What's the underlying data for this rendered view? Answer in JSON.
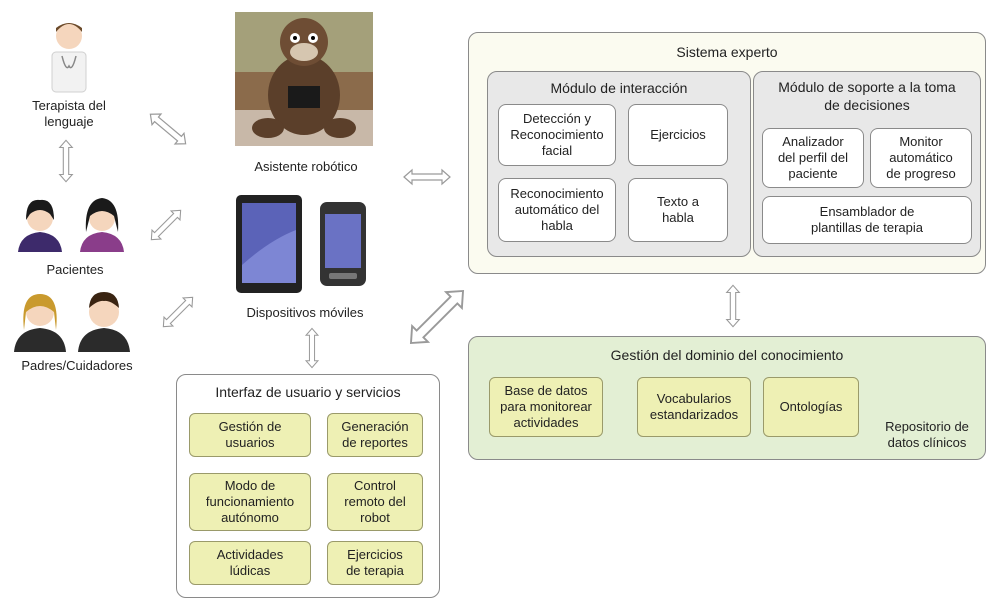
{
  "actors": {
    "therapist": "Terapista del\nlenguaje",
    "patients": "Pacientes",
    "parents": "Padres/Cuidadores"
  },
  "center": {
    "robot": "Asistente robótico",
    "devices": "Dispositivos móviles"
  },
  "expert_system": {
    "title": "Sistema experto",
    "interaction_module": {
      "title": "Módulo de interacción",
      "items": [
        "Detección y\nReconocimiento\nfacial",
        "Ejercicios",
        "Reconocimiento\nautomático del\nhabla",
        "Texto a\nhabla"
      ]
    },
    "decision_module": {
      "title": "Módulo de soporte a la toma\nde decisiones",
      "items": [
        "Analizador\ndel perfil del\npaciente",
        "Monitor\nautomático\nde progreso",
        "Ensamblador de\nplantillas de terapia"
      ]
    }
  },
  "knowledge": {
    "title": "Gestión del dominio del conocimiento",
    "items": [
      "Base de datos\npara monitorear\nactividades",
      "Vocabularios\nestandarizados",
      "Ontologías"
    ],
    "repository": "Repositorio de\ndatos clínicos"
  },
  "ui_services": {
    "title": "Interfaz de usuario y servicios",
    "items": [
      "Gestión de\nusuarios",
      "Generación\nde reportes",
      "Modo de\nfuncionamiento\nautónomo",
      "Control\nremoto del\nrobot",
      "Actividades\nlúdicas",
      "Ejercicios\nde terapia"
    ]
  },
  "colors": {
    "expert_bg": "#fbfbf0",
    "knowledge_bg": "#e3efd4",
    "yellow_box": "#eef0b4",
    "arrow_fill": "#ffffff",
    "arrow_stroke": "#9a9a9a"
  }
}
